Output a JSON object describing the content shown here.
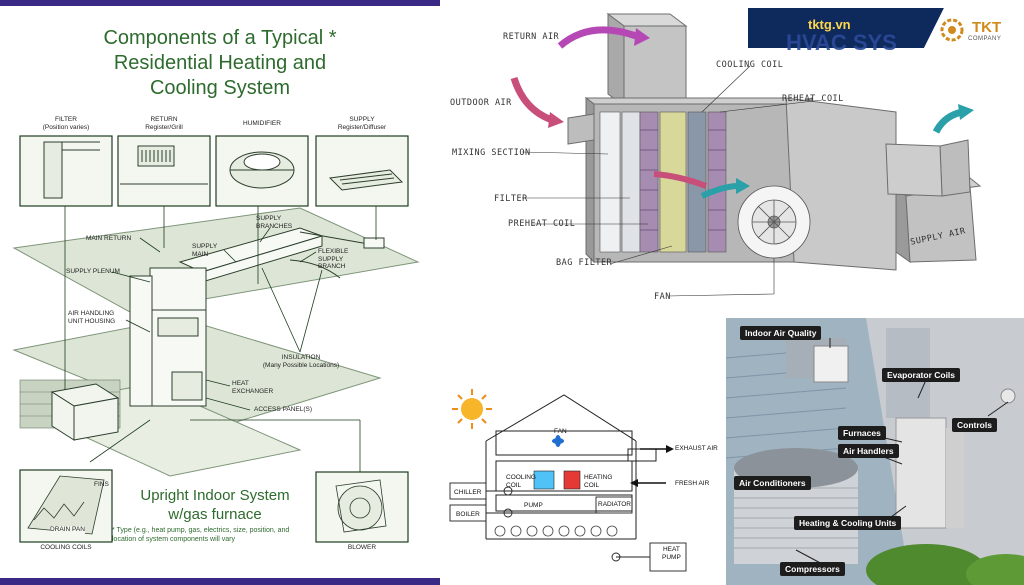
{
  "left": {
    "title_lines": [
      "Components of a Typical *",
      "Residential Heating and",
      "Cooling System"
    ],
    "callouts": {
      "filter": "FILTER",
      "filter_note": "(Position varies)",
      "return": "RETURN",
      "return_note": "Register/Grill",
      "humidifier": "HUMIDIFIER",
      "supply": "SUPPLY",
      "supply_note": "Register/Diffuser"
    },
    "labels": {
      "main_return": "MAIN RETURN",
      "supply_plenum": "SUPPLY PLENUM",
      "supply_main_1": "SUPPLY",
      "supply_main_2": "MAIN",
      "supply_branches_1": "SUPPLY",
      "supply_branches_2": "BRANCHES",
      "flexible_1": "FLEXIBLE",
      "flexible_2": "SUPPLY",
      "flexible_3": "BRANCH",
      "air_handling_1": "AIR HANDLING",
      "air_handling_2": "UNIT HOUSING",
      "insulation": "INSULATION",
      "insulation_note": "(Many Possible Locations)",
      "heat_exchanger_1": "HEAT",
      "heat_exchanger_2": "EXCHANGER",
      "access_panel": "ACCESS PANEL(S)",
      "fins": "FINS",
      "drain_pan": "DRAIN PAN",
      "cooling_coils": "COOLING COILS",
      "blower": "BLOWER"
    },
    "subtitle_lines": [
      "Upright Indoor System",
      "w/gas furnace"
    ],
    "note": "* Type (e.g., heat pump, gas, electrics, size, position, and location of system components will vary"
  },
  "ahu": {
    "labels": {
      "return_air": "RETURN AIR",
      "outdoor_air": "OUTDOOR AIR",
      "cooling_coil": "COOLING COIL",
      "reheat_coil": "REHEAT COIL",
      "mixing_section": "MIXING SECTION",
      "filter": "FILTER",
      "preheat_coil": "PREHEAT COIL",
      "bag_filter": "BAG FILTER",
      "fan": "FAN",
      "supply_air": "SUPPLY AIR"
    }
  },
  "brand": {
    "site": "tktg.vn",
    "logo": "TKT",
    "logo_sub": "COMPANY",
    "watermark": "HVAC SYS"
  },
  "schematic": {
    "labels": {
      "fan": "FAN",
      "exhaust_air": "EXHAUST AIR",
      "fresh_air": "FRESH AIR",
      "cooling_coil_1": "COOLING",
      "cooling_coil_2": "COIL",
      "heating_coil_1": "HEATING",
      "heating_coil_2": "COIL",
      "chiller": "CHILLER",
      "pump": "PUMP",
      "boiler": "BOILER",
      "radiator": "RADIATOR",
      "heat_pump_1": "HEAT",
      "heat_pump_2": "PUMP"
    },
    "colors": {
      "cooling": "#4fc3f7",
      "heating": "#e53935"
    }
  },
  "photo": {
    "tags": {
      "indoor_air_quality": "Indoor Air Quality",
      "evaporator_coils": "Evaporator Coils",
      "controls": "Controls",
      "furnaces": "Furnaces",
      "air_handlers": "Air Handlers",
      "air_conditioners": "Air Conditioners",
      "heating_cooling_units": "Heating & Cooling Units",
      "compressors": "Compressors"
    }
  }
}
